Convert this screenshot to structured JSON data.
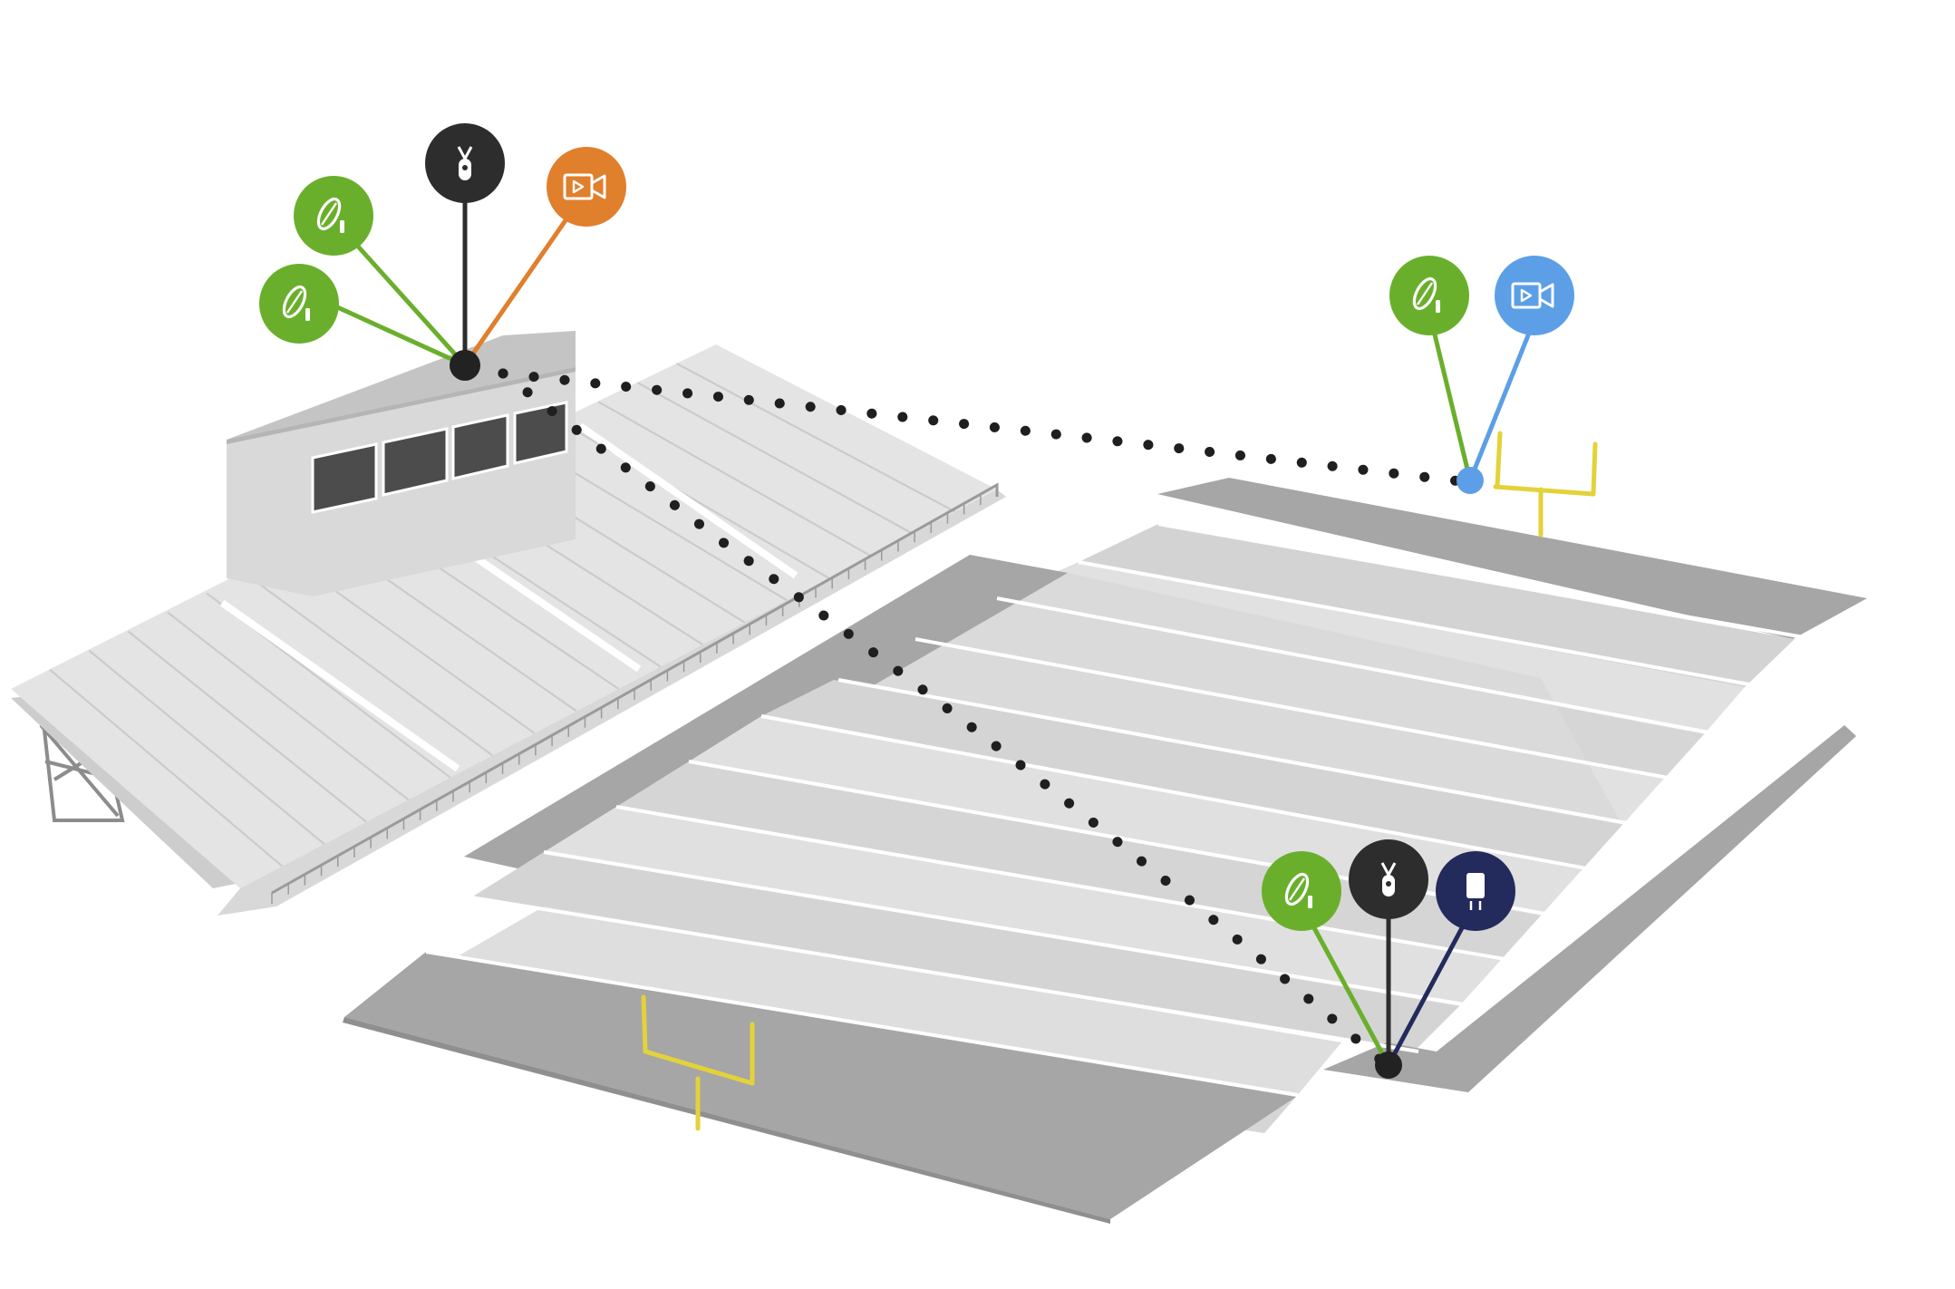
{
  "colors": {
    "background": "#ffffff",
    "turf": "#dcdcdc",
    "turf_band": "#d2d2d2",
    "endzone": "#a6a6a6",
    "field_line": "#ffffff",
    "goalpost": "#e3d23a",
    "concrete": "#e4e4e4",
    "concrete_shade": "#cfcfcf",
    "window": "#4c4c4c",
    "dots": "#1f1f1f",
    "green": "#6aaf2c",
    "orange": "#e07f2c",
    "blue": "#5c9fe6",
    "black": "#2d2d2d",
    "navy": "#232a5c"
  },
  "hubs": [
    {
      "id": "pressbox",
      "color": "#222222"
    },
    {
      "id": "endzone-far",
      "color": "#5c9fe6"
    },
    {
      "id": "sideline-near",
      "color": "#222222"
    }
  ],
  "devices": [
    {
      "hub": "pressbox",
      "icon": "satellite-dish-icon",
      "color": "#6aaf2c"
    },
    {
      "hub": "pressbox",
      "icon": "satellite-dish-icon",
      "color": "#6aaf2c"
    },
    {
      "hub": "pressbox",
      "icon": "wireless-transmitter-icon",
      "color": "#2d2d2d"
    },
    {
      "hub": "pressbox",
      "icon": "video-camera-icon",
      "color": "#e07f2c"
    },
    {
      "hub": "endzone-far",
      "icon": "satellite-dish-icon",
      "color": "#6aaf2c"
    },
    {
      "hub": "endzone-far",
      "icon": "video-camera-icon",
      "color": "#5c9fe6"
    },
    {
      "hub": "sideline-near",
      "icon": "satellite-dish-icon",
      "color": "#6aaf2c"
    },
    {
      "hub": "sideline-near",
      "icon": "wireless-transmitter-icon",
      "color": "#2d2d2d"
    },
    {
      "hub": "sideline-near",
      "icon": "receiver-unit-icon",
      "color": "#232a5c"
    }
  ],
  "links": [
    {
      "from": "pressbox",
      "to": "endzone-far",
      "style": "dotted"
    },
    {
      "from": "pressbox",
      "to": "sideline-near",
      "style": "dotted"
    }
  ]
}
